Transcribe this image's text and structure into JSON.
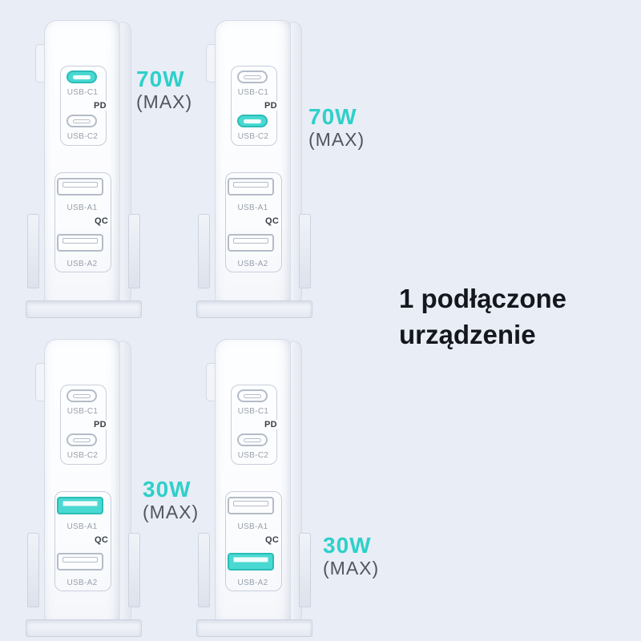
{
  "colors": {
    "background": "#e9edf6",
    "accent_teal": "#2ed0c9",
    "port_highlight_fill": "#49d9d2",
    "port_highlight_border": "#2abdb7",
    "heading_text": "#14171c",
    "max_text": "#51565d"
  },
  "heading": {
    "line1": "1 podłączone",
    "line2": "urządzenie"
  },
  "port_labels": {
    "usb_c1": "USB-C1",
    "usb_c2": "USB-C2",
    "usb_a1": "USB-A1",
    "usb_a2": "USB-A2",
    "pd": "PD",
    "qc": "QC"
  },
  "chargers": [
    {
      "name": "top-left",
      "highlighted_port": "USB-C1",
      "power": "70W",
      "max": "(MAX)"
    },
    {
      "name": "top-center",
      "highlighted_port": "USB-C2",
      "power": "70W",
      "max": "(MAX)"
    },
    {
      "name": "bottom-left",
      "highlighted_port": "USB-A1",
      "power": "30W",
      "max": "(MAX)"
    },
    {
      "name": "bottom-center",
      "highlighted_port": "USB-A2",
      "power": "30W",
      "max": "(MAX)"
    }
  ]
}
